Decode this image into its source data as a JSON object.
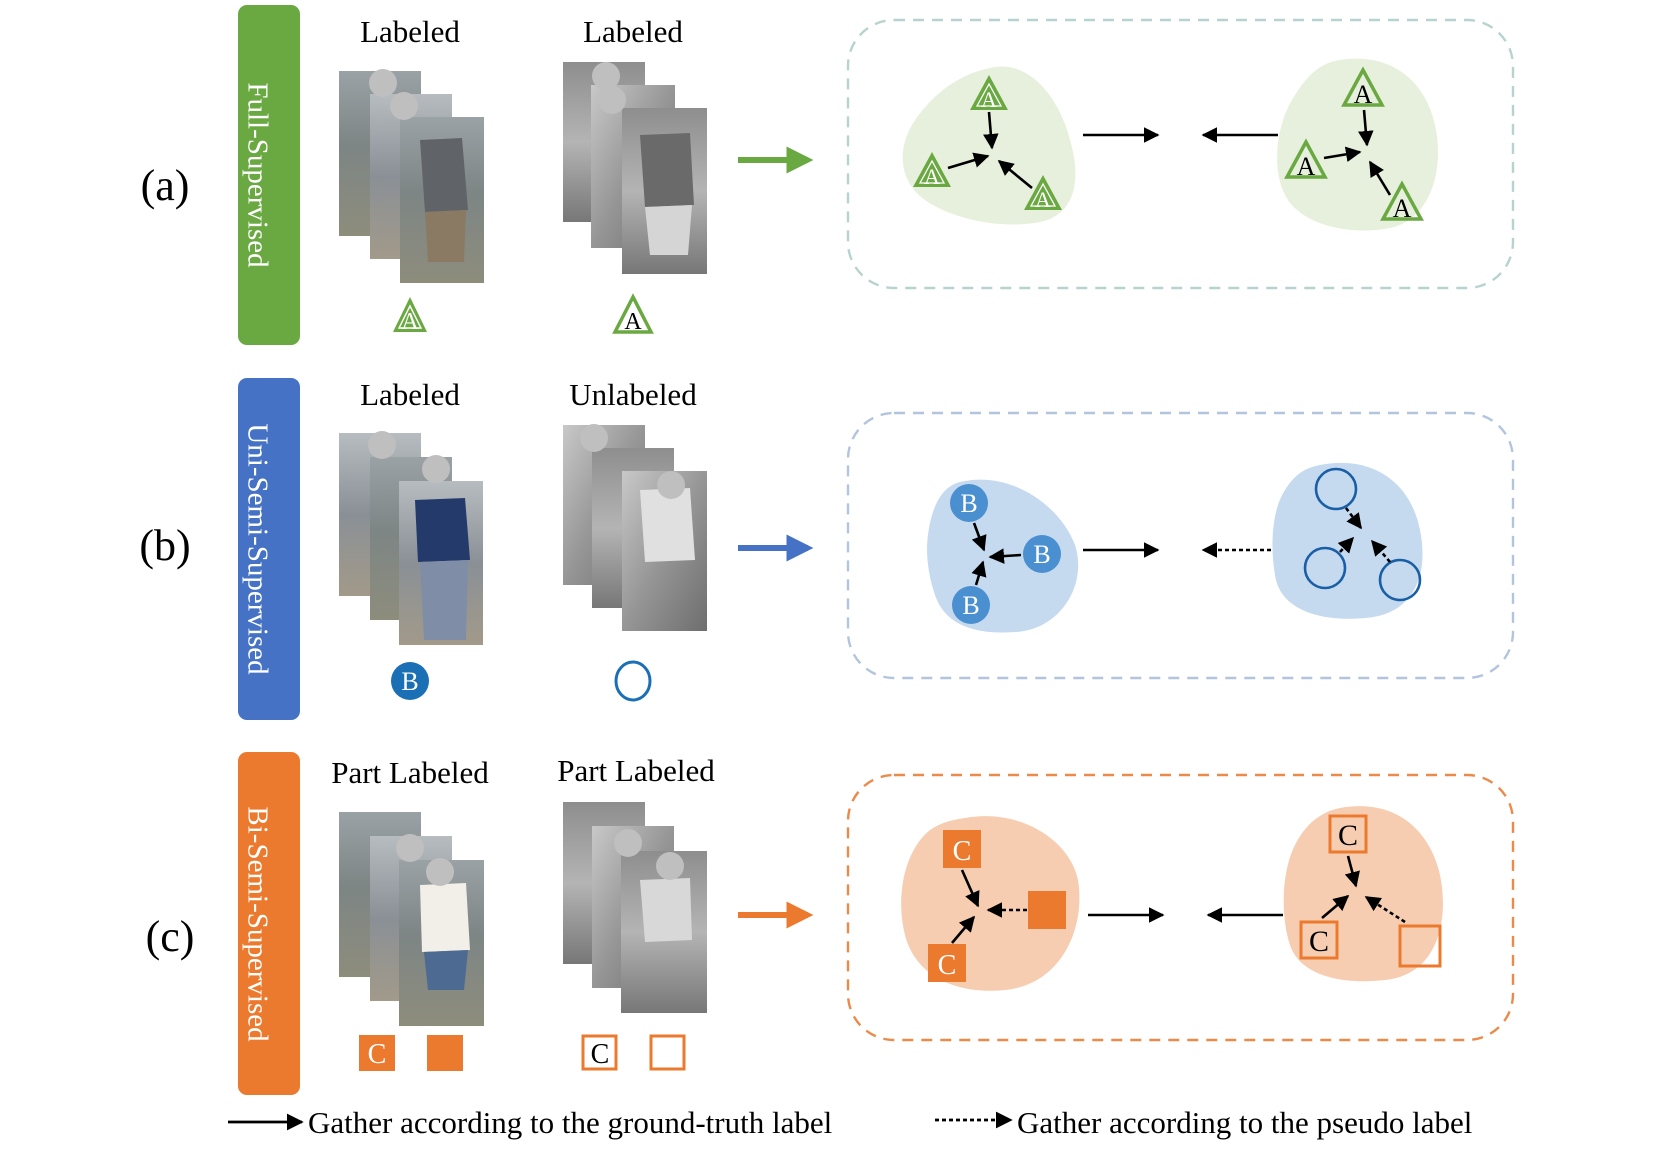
{
  "colors": {
    "green": "#6aa842",
    "green_light": "#e7f0dc",
    "green_dash": "#b7d3cf",
    "blue": "#4572c4",
    "blue_mark": "#1a6fb5",
    "blue_light": "#c5d9ef",
    "blue_dash": "#b3c4dd",
    "orange": "#ec7a2e",
    "orange_light": "#f6cdb0",
    "orange_dash": "#ec8a4a"
  },
  "rows": [
    {
      "id": "a",
      "index_label": "(a)",
      "mode_label": "Full-Supervised",
      "color_key": "green",
      "col1_caption": "Labeled",
      "col2_caption": "Labeled",
      "col1_markers": [
        {
          "shape": "triangle",
          "filled": true,
          "text": "A"
        }
      ],
      "col2_markers": [
        {
          "shape": "triangle",
          "filled": false,
          "text": "A"
        }
      ],
      "left_cluster_nodes": [
        "A",
        "A",
        "A"
      ],
      "right_cluster_nodes": [
        "A",
        "A",
        "A"
      ]
    },
    {
      "id": "b",
      "index_label": "(b)",
      "mode_label": "Uni-Semi-Supervised",
      "color_key": "blue",
      "col1_caption": "Labeled",
      "col2_caption": "Unlabeled",
      "col1_markers": [
        {
          "shape": "circle",
          "filled": true,
          "text": "B"
        }
      ],
      "col2_markers": [
        {
          "shape": "circle",
          "filled": false,
          "text": ""
        }
      ],
      "left_cluster_nodes": [
        "B",
        "B",
        "B"
      ],
      "right_cluster_nodes": [
        "",
        "",
        ""
      ]
    },
    {
      "id": "c",
      "index_label": "(c)",
      "mode_label": "Bi-Semi-Supervised",
      "color_key": "orange",
      "col1_caption": "Part Labeled",
      "col2_caption": "Part Labeled",
      "col1_markers": [
        {
          "shape": "square",
          "filled": true,
          "text": "C"
        },
        {
          "shape": "square",
          "filled": true,
          "text": ""
        }
      ],
      "col2_markers": [
        {
          "shape": "square",
          "filled": false,
          "text": "C"
        },
        {
          "shape": "square",
          "filled": false,
          "text": ""
        }
      ],
      "left_cluster_nodes": [
        "C",
        "C",
        ""
      ],
      "right_cluster_nodes": [
        "C",
        "C",
        ""
      ]
    }
  ],
  "legend": {
    "solid_text": "Gather according to the ground-truth label",
    "dotted_text": "Gather according to the pseudo label"
  }
}
